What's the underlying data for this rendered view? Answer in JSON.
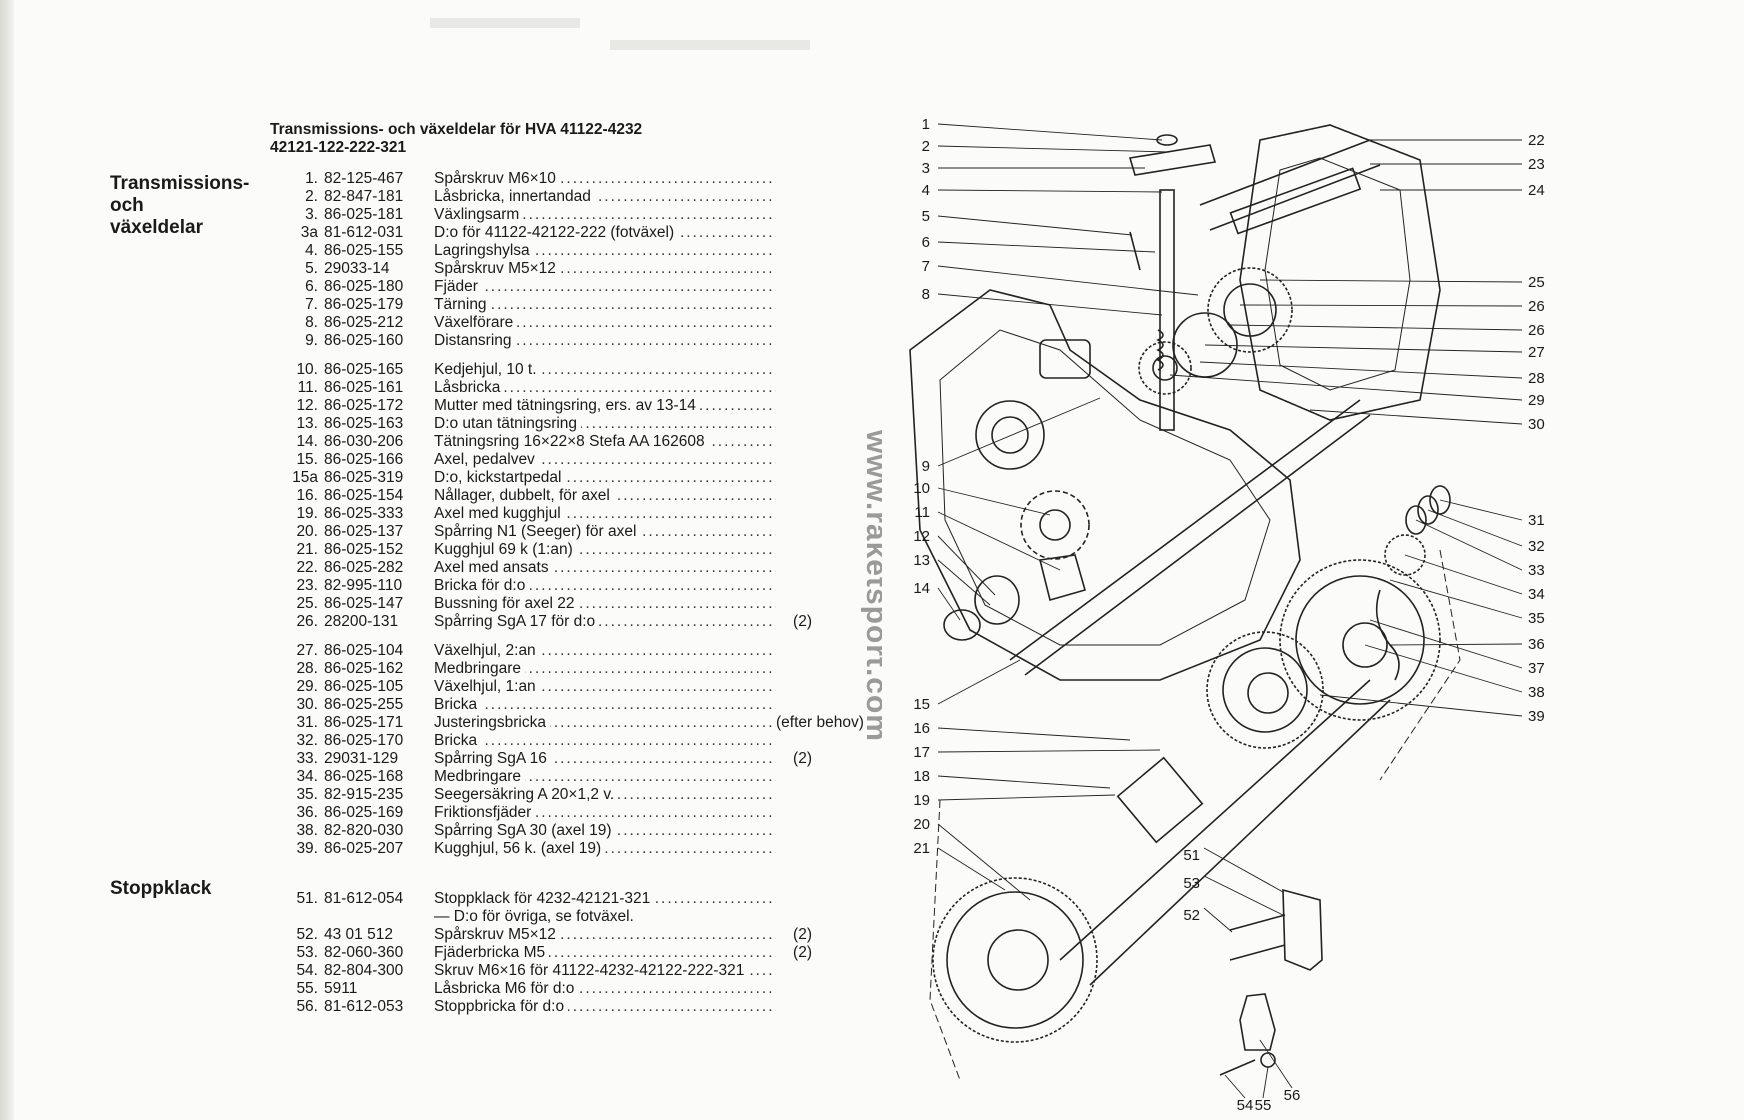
{
  "header": {
    "title_line1": "Transmissions- och växeldelar för HVA 41122-4232",
    "title_line2": "42121-122-222-321"
  },
  "sections": {
    "transmission": {
      "label_lines": [
        "Transmissions-",
        "och",
        "växeldelar"
      ]
    },
    "stop": {
      "label": "Stoppklack"
    }
  },
  "parts_transmission": [
    {
      "num": "1.",
      "code": "82-125-467",
      "desc": "Spårskruv M6×10",
      "qty": ""
    },
    {
      "num": "2.",
      "code": "82-847-181",
      "desc": "Låsbricka, innertandad",
      "qty": ""
    },
    {
      "num": "3.",
      "code": "86-025-181",
      "desc": "Växlingsarm",
      "qty": ""
    },
    {
      "num": "3a",
      "code": "81-612-031",
      "desc": "D:o för 41122-42122-222 (fotväxel)",
      "qty": ""
    },
    {
      "num": "4.",
      "code": "86-025-155",
      "desc": "Lagringshylsa",
      "qty": ""
    },
    {
      "num": "5.",
      "code": "29033-14",
      "desc": "Spårskruv M5×12",
      "qty": ""
    },
    {
      "num": "6.",
      "code": "86-025-180",
      "desc": "Fjäder",
      "qty": ""
    },
    {
      "num": "7.",
      "code": "86-025-179",
      "desc": "Tärning",
      "qty": ""
    },
    {
      "num": "8.",
      "code": "86-025-212",
      "desc": "Växelförare",
      "qty": ""
    },
    {
      "num": "9.",
      "code": "86-025-160",
      "desc": "Distansring",
      "qty": ""
    },
    {
      "num": "10.",
      "code": "86-025-165",
      "desc": "Kedjehjul, 10 t.",
      "qty": "",
      "gap_before": true
    },
    {
      "num": "11.",
      "code": "86-025-161",
      "desc": "Låsbricka",
      "qty": ""
    },
    {
      "num": "12.",
      "code": "86-025-172",
      "desc": "Mutter med tätningsring, ers. av 13-14",
      "qty": ""
    },
    {
      "num": "13.",
      "code": "86-025-163",
      "desc": "D:o utan tätningsring",
      "qty": ""
    },
    {
      "num": "14.",
      "code": "86-030-206",
      "desc": "Tätningsring 16×22×8 Stefa AA 162608",
      "qty": ""
    },
    {
      "num": "15.",
      "code": "86-025-166",
      "desc": "Axel, pedalvev",
      "qty": ""
    },
    {
      "num": "15a",
      "code": "86-025-319",
      "desc": "D:o, kickstartpedal",
      "qty": ""
    },
    {
      "num": "16.",
      "code": "86-025-154",
      "desc": "Nållager, dubbelt, för axel",
      "qty": ""
    },
    {
      "num": "19.",
      "code": "86-025-333",
      "desc": "Axel med kugghjul",
      "qty": ""
    },
    {
      "num": "20.",
      "code": "86-025-137",
      "desc": "Spårring N1 (Seeger) för axel",
      "qty": ""
    },
    {
      "num": "21.",
      "code": "86-025-152",
      "desc": "Kugghjul 69 k (1:an)",
      "qty": ""
    },
    {
      "num": "22.",
      "code": "86-025-282",
      "desc": "Axel med ansats",
      "qty": ""
    },
    {
      "num": "23.",
      "code": "82-995-110",
      "desc": "Bricka för d:o",
      "qty": ""
    },
    {
      "num": "25.",
      "code": "86-025-147",
      "desc": "Bussning för axel 22",
      "qty": ""
    },
    {
      "num": "26.",
      "code": "28200-131",
      "desc": "Spårring SgA 17 för d:o",
      "qty": "(2)"
    },
    {
      "num": "27.",
      "code": "86-025-104",
      "desc": "Växelhjul, 2:an",
      "qty": "",
      "gap_before": true
    },
    {
      "num": "28.",
      "code": "86-025-162",
      "desc": "Medbringare",
      "qty": ""
    },
    {
      "num": "29.",
      "code": "86-025-105",
      "desc": "Växelhjul, 1:an",
      "qty": ""
    },
    {
      "num": "30.",
      "code": "86-025-255",
      "desc": "Bricka",
      "qty": ""
    },
    {
      "num": "31.",
      "code": "86-025-171",
      "desc": "Justeringsbricka",
      "qty": "(efter behov)"
    },
    {
      "num": "32.",
      "code": "86-025-170",
      "desc": "Bricka",
      "qty": ""
    },
    {
      "num": "33.",
      "code": "29031-129",
      "desc": "Spårring SgA 16",
      "qty": "(2)"
    },
    {
      "num": "34.",
      "code": "86-025-168",
      "desc": "Medbringare",
      "qty": ""
    },
    {
      "num": "35.",
      "code": "82-915-235",
      "desc": "Seegersäkring A 20×1,2 v.",
      "qty": ""
    },
    {
      "num": "36.",
      "code": "86-025-169",
      "desc": "Friktionsfjäder",
      "qty": ""
    },
    {
      "num": "38.",
      "code": "82-820-030",
      "desc": "Spårring SgA 30 (axel 19)",
      "qty": ""
    },
    {
      "num": "39.",
      "code": "86-025-207",
      "desc": "Kugghjul, 56 k. (axel 19)",
      "qty": ""
    }
  ],
  "parts_stop": [
    {
      "num": "51.",
      "code": "81-612-054",
      "desc": "Stoppklack för 4232-42121-321",
      "qty": ""
    },
    {
      "num": "",
      "code": "",
      "desc": "— D:o för övriga, se fotväxel.",
      "qty": "",
      "nodots": true
    },
    {
      "num": "52.",
      "code": "43 01 512",
      "desc": "Spårskruv M5×12",
      "qty": "(2)"
    },
    {
      "num": "53.",
      "code": "82-060-360",
      "desc": "Fjäderbricka M5",
      "qty": "(2)"
    },
    {
      "num": "54.",
      "code": "82-804-300",
      "desc": "Skruv M6×16 för 41122-4232-42122-222-321",
      "qty": ""
    },
    {
      "num": "55.",
      "code": "5911",
      "desc": "Låsbricka M6 för d:o",
      "qty": ""
    },
    {
      "num": "56.",
      "code": "81-612-053",
      "desc": "Stoppbricka för d:o",
      "qty": ""
    }
  ],
  "watermark": {
    "text": "www.raketsport.com",
    "color": "#9a9a9a"
  },
  "diagram": {
    "callouts_left": [
      "1",
      "2",
      "3",
      "4",
      "5",
      "6",
      "7",
      "8",
      "9",
      "10",
      "11",
      "12",
      "13",
      "14",
      "15",
      "16",
      "17",
      "18",
      "19",
      "20",
      "21"
    ],
    "callouts_right": [
      "22",
      "23",
      "24",
      "25",
      "26",
      "26",
      "27",
      "28",
      "29",
      "30",
      "31",
      "32",
      "33",
      "34",
      "35",
      "36",
      "37",
      "38",
      "39"
    ],
    "callouts_bottom": [
      "51",
      "53",
      "52",
      "54",
      "55",
      "56"
    ]
  }
}
